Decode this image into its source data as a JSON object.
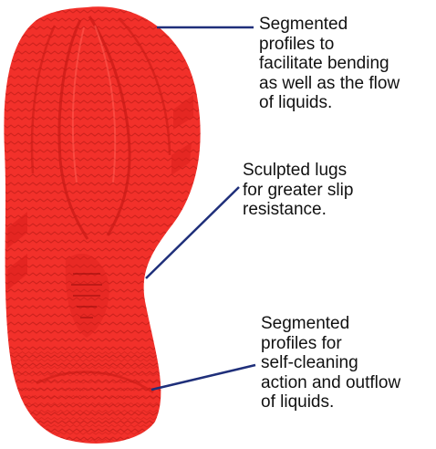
{
  "colors": {
    "sole": "#f2302a",
    "sole_shade": "#d81d19",
    "sole_highlight": "#ff5a50",
    "leader_line": "#1f2f7a",
    "text": "#111111"
  },
  "callouts": [
    {
      "id": "top",
      "lines": [
        "Segmented",
        "profiles to",
        "facilitate bending",
        "as well as the flow",
        "of liquids."
      ]
    },
    {
      "id": "middle",
      "lines": [
        "Sculpted lugs",
        "for greater slip",
        "resistance."
      ]
    },
    {
      "id": "bottom",
      "lines": [
        "Segmented",
        "profiles for",
        "self-cleaning",
        "action and outflow",
        "of liquids."
      ]
    }
  ]
}
